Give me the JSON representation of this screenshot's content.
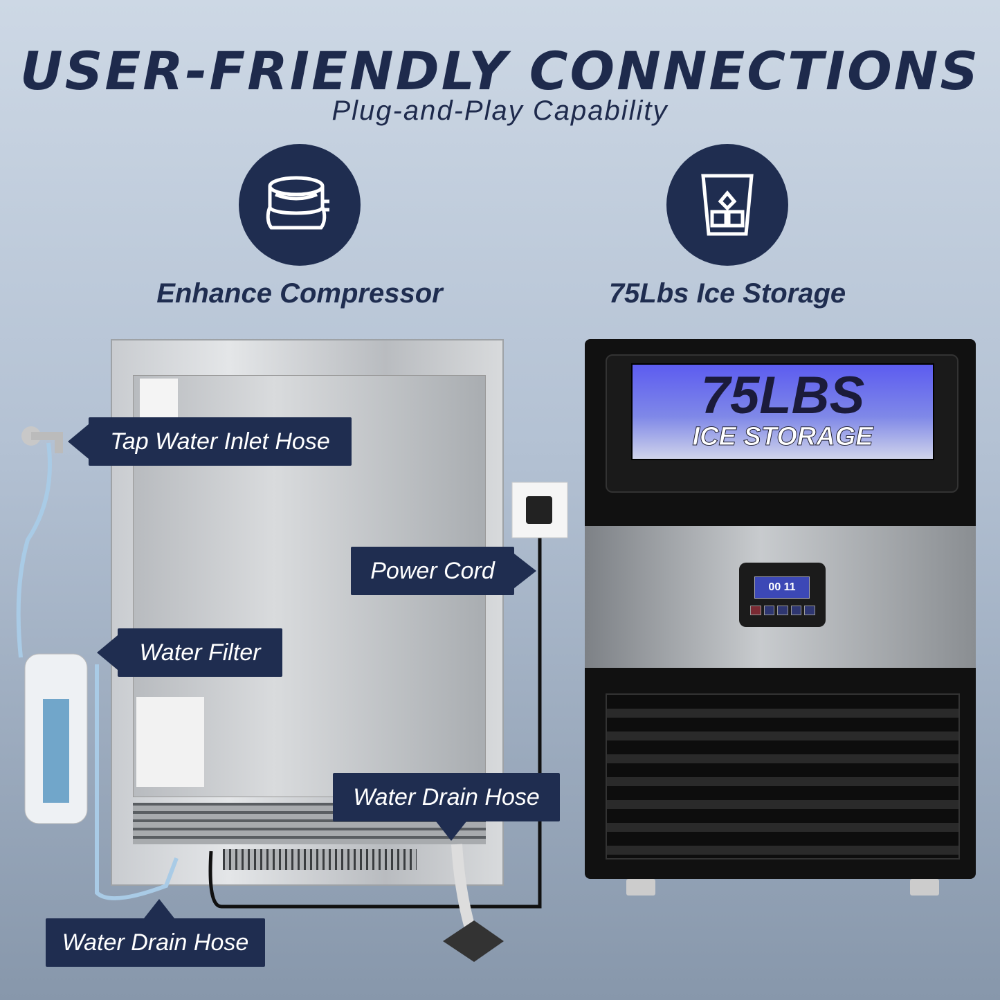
{
  "header": {
    "title": "USER-FRIENDLY CONNECTIONS",
    "subtitle": "Plug-and-Play Capability"
  },
  "features": [
    {
      "label": "Enhance Compressor",
      "icon": "compressor-icon"
    },
    {
      "label": "75Lbs Ice Storage",
      "icon": "ice-bin-icon"
    }
  ],
  "product": {
    "window_line1": "75LBS",
    "window_line2": "ICE STORAGE",
    "display_digits": "00 11"
  },
  "callouts": {
    "tap": "Tap Water Inlet Hose",
    "power": "Power Cord",
    "filter": "Water Filter",
    "drain_right": "Water Drain Hose",
    "drain_left": "Water Drain Hose"
  },
  "colors": {
    "navy": "#1f2d50",
    "window_blue": "#4a54d8"
  }
}
